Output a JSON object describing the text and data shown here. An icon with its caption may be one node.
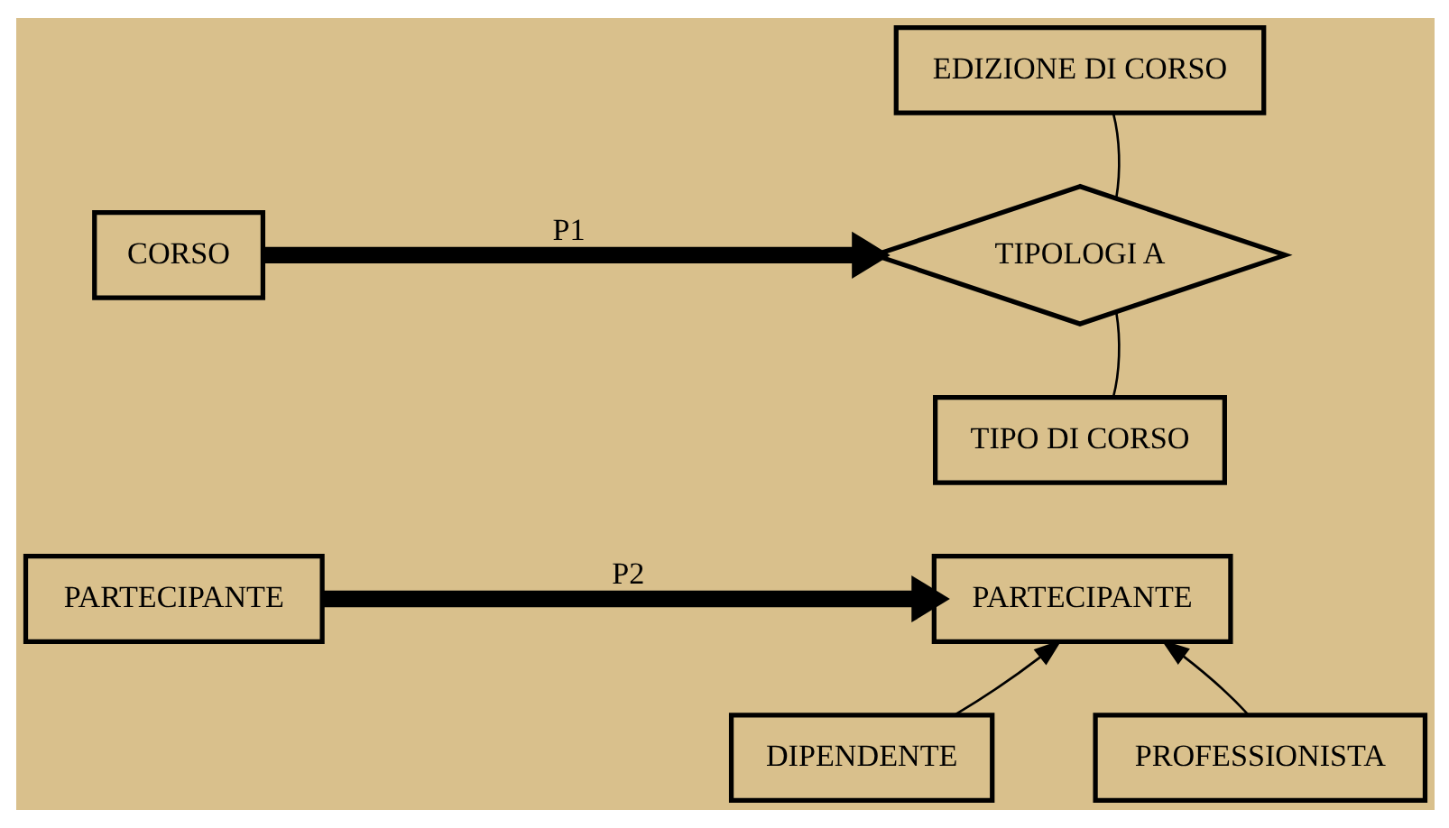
{
  "diagram": {
    "nodes": [
      {
        "text": [
          "CORSO"
        ]
      },
      {
        "text": [
          "EDIZIONE DI CORSO"
        ]
      },
      {
        "text": [
          "TIPOLOGI A"
        ]
      },
      {
        "text": [
          "TIPO DI CORSO"
        ]
      },
      {
        "text": [
          "PARTECIPANTE"
        ]
      },
      {
        "text": [
          "PARTECIPANTE"
        ]
      },
      {
        "text": [
          "DIPENDENTE"
        ]
      },
      {
        "text": [
          "PROFESSIONISTA"
        ]
      }
    ],
    "edges": [
      {
        "from": 0,
        "to": 2,
        "arrow": "to",
        "label": "P1",
        "style": "thick"
      },
      {
        "from": 1,
        "to": 2,
        "arrow": "none"
      },
      {
        "from": 2,
        "to": 3,
        "arrow": "none"
      },
      {
        "from": 4,
        "to": 5,
        "arrow": "to",
        "label": "P2",
        "style": "thick"
      },
      {
        "from": 6,
        "to": 5,
        "arrow": "to"
      },
      {
        "from": 7,
        "to": 5,
        "arrow": "to"
      }
    ]
  }
}
